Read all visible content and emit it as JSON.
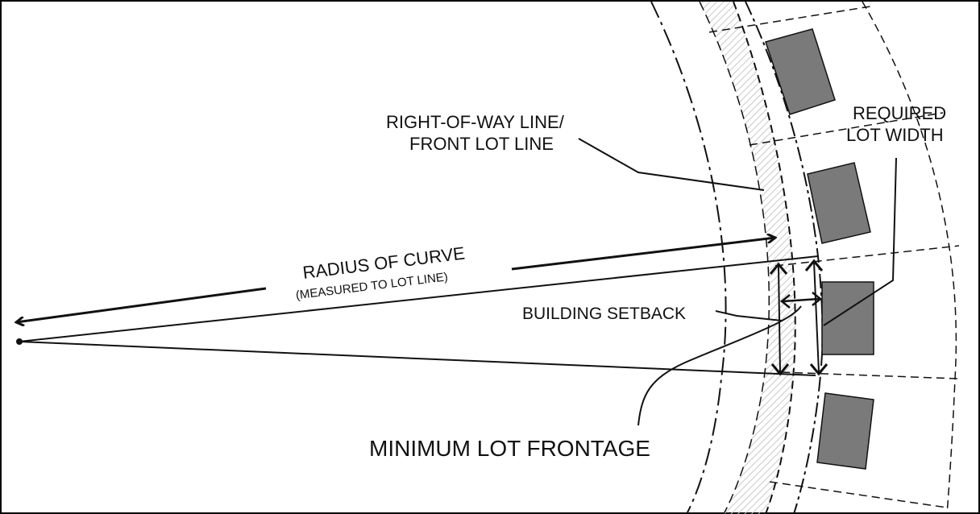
{
  "labels": {
    "right_of_way_line_1": "RIGHT-OF-WAY LINE/",
    "right_of_way_line_2": "FRONT LOT LINE",
    "required_lot_width_1": "REQUIRED",
    "required_lot_width_2": "LOT WIDTH",
    "radius_of_curve": "RADIUS OF CURVE",
    "radius_note": "(MEASURED TO LOT LINE)",
    "building_setback": "BUILDING SETBACK",
    "minimum_lot_frontage": "MINIMUM LOT FRONTAGE"
  },
  "colors": {
    "line": "#111111",
    "building_fill": "#7a7a7a",
    "hatch": "#c8c8c8",
    "border": "#000000"
  }
}
